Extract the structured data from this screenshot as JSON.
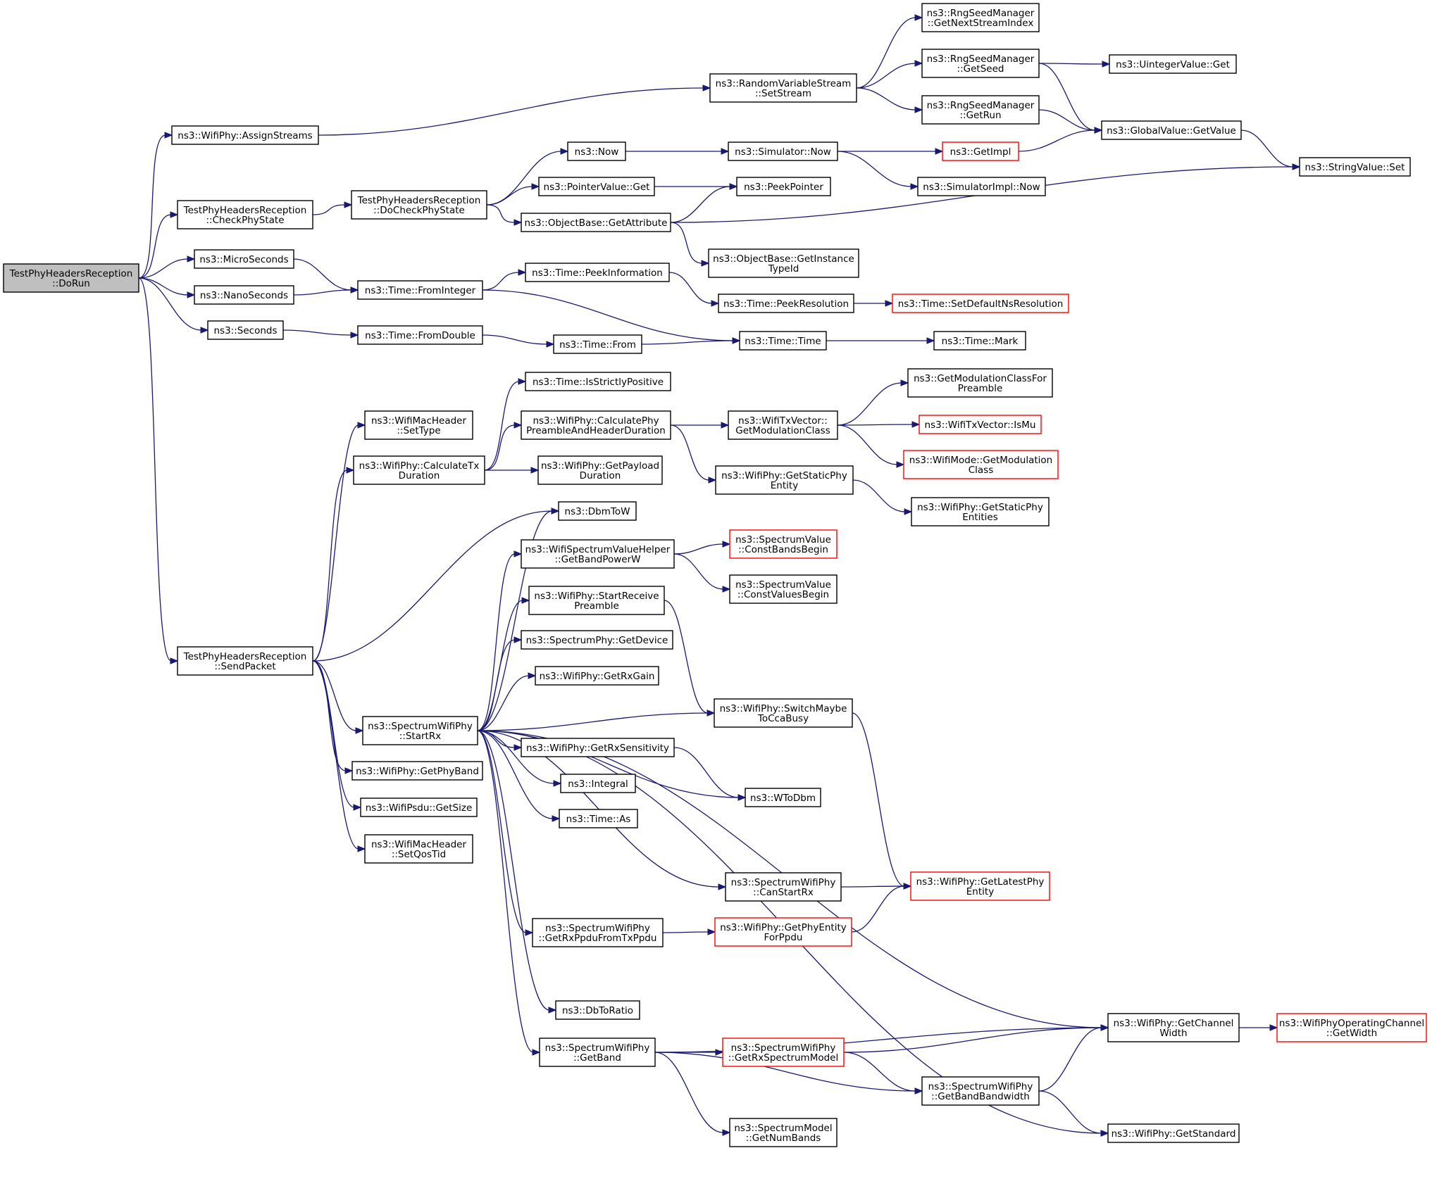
{
  "colors": {
    "background": "#ffffff",
    "edge": "#191970",
    "node_border": "#000000",
    "node_border_truncated": "#ff0000",
    "root_fill": "#bfbfbf",
    "node_fill": "#ffffff"
  },
  "graph": {
    "nodes": [
      {
        "id": "n_dorun",
        "lines": [
          "TestPhyHeadersReception",
          "::DoRun"
        ],
        "style": "root"
      },
      {
        "id": "n_assignstreams",
        "lines": [
          "ns3::WifiPhy::AssignStreams"
        ],
        "style": "normal"
      },
      {
        "id": "n_rvs_setstream",
        "lines": [
          "ns3::RandomVariableStream",
          "::SetStream"
        ],
        "style": "normal"
      },
      {
        "id": "n_rsm_nextstream",
        "lines": [
          "ns3::RngSeedManager",
          "::GetNextStreamIndex"
        ],
        "style": "normal"
      },
      {
        "id": "n_rsm_getseed",
        "lines": [
          "ns3::RngSeedManager",
          "::GetSeed"
        ],
        "style": "normal"
      },
      {
        "id": "n_rsm_getrun",
        "lines": [
          "ns3::RngSeedManager",
          "::GetRun"
        ],
        "style": "normal"
      },
      {
        "id": "n_uinteger_get",
        "lines": [
          "ns3::UintegerValue::Get"
        ],
        "style": "normal"
      },
      {
        "id": "n_gv_getvalue",
        "lines": [
          "ns3::GlobalValue::GetValue"
        ],
        "style": "normal"
      },
      {
        "id": "n_stringvalue_set",
        "lines": [
          "ns3::StringValue::Set"
        ],
        "style": "normal"
      },
      {
        "id": "n_checkphystate",
        "lines": [
          "TestPhyHeadersReception",
          "::CheckPhyState"
        ],
        "style": "normal"
      },
      {
        "id": "n_docheckphystate",
        "lines": [
          "TestPhyHeadersReception",
          "::DoCheckPhyState"
        ],
        "style": "normal"
      },
      {
        "id": "n_now",
        "lines": [
          "ns3::Now"
        ],
        "style": "normal"
      },
      {
        "id": "n_sim_now",
        "lines": [
          "ns3::Simulator::Now"
        ],
        "style": "normal"
      },
      {
        "id": "n_getimpl",
        "lines": [
          "ns3::GetImpl"
        ],
        "style": "truncated"
      },
      {
        "id": "n_simimpl_now",
        "lines": [
          "ns3::SimulatorImpl::Now"
        ],
        "style": "normal"
      },
      {
        "id": "n_pv_get",
        "lines": [
          "ns3::PointerValue::Get"
        ],
        "style": "normal"
      },
      {
        "id": "n_peekpointer",
        "lines": [
          "ns3::PeekPointer"
        ],
        "style": "normal"
      },
      {
        "id": "n_ob_getattribute",
        "lines": [
          "ns3::ObjectBase::GetAttribute"
        ],
        "style": "normal"
      },
      {
        "id": "n_ob_getinstancetypeid",
        "lines": [
          "ns3::ObjectBase::GetInstance",
          "TypeId"
        ],
        "style": "normal"
      },
      {
        "id": "n_microseconds",
        "lines": [
          "ns3::MicroSeconds"
        ],
        "style": "normal"
      },
      {
        "id": "n_nanoseconds",
        "lines": [
          "ns3::NanoSeconds"
        ],
        "style": "normal"
      },
      {
        "id": "n_seconds",
        "lines": [
          "ns3::Seconds"
        ],
        "style": "normal"
      },
      {
        "id": "n_time_frominteger",
        "lines": [
          "ns3::Time::FromInteger"
        ],
        "style": "normal"
      },
      {
        "id": "n_time_peekinformation",
        "lines": [
          "ns3::Time::PeekInformation"
        ],
        "style": "normal"
      },
      {
        "id": "n_time_peekresolution",
        "lines": [
          "ns3::Time::PeekResolution"
        ],
        "style": "normal"
      },
      {
        "id": "n_time_setdefaultnsres",
        "lines": [
          "ns3::Time::SetDefaultNsResolution"
        ],
        "style": "truncated"
      },
      {
        "id": "n_time_fromdouble",
        "lines": [
          "ns3::Time::FromDouble"
        ],
        "style": "normal"
      },
      {
        "id": "n_time_from",
        "lines": [
          "ns3::Time::From"
        ],
        "style": "normal"
      },
      {
        "id": "n_time_time",
        "lines": [
          "ns3::Time::Time"
        ],
        "style": "normal"
      },
      {
        "id": "n_time_mark",
        "lines": [
          "ns3::Time::Mark"
        ],
        "style": "normal"
      },
      {
        "id": "n_time_isstrictlypositive",
        "lines": [
          "ns3::Time::IsStrictlyPositive"
        ],
        "style": "normal"
      },
      {
        "id": "n_wmh_settype",
        "lines": [
          "ns3::WifiMacHeader",
          "::SetType"
        ],
        "style": "normal"
      },
      {
        "id": "n_wp_calctxduration",
        "lines": [
          "ns3::WifiPhy::CalculateTx",
          "Duration"
        ],
        "style": "normal"
      },
      {
        "id": "n_wp_calcpreamble",
        "lines": [
          "ns3::WifiPhy::CalculatePhy",
          "PreambleAndHeaderDuration"
        ],
        "style": "normal"
      },
      {
        "id": "n_wp_getpayloadduration",
        "lines": [
          "ns3::WifiPhy::GetPayload",
          "Duration"
        ],
        "style": "normal"
      },
      {
        "id": "n_wtv_getmodclass",
        "lines": [
          "ns3::WifiTxVector::",
          "GetModulationClass"
        ],
        "style": "normal"
      },
      {
        "id": "n_getmodclassforpreamble",
        "lines": [
          "ns3::GetModulationClassFor",
          "Preamble"
        ],
        "style": "normal"
      },
      {
        "id": "n_wtv_ismu",
        "lines": [
          "ns3::WifiTxVector::IsMu"
        ],
        "style": "truncated"
      },
      {
        "id": "n_wm_getmodclass",
        "lines": [
          "ns3::WifiMode::GetModulation",
          "Class"
        ],
        "style": "truncated"
      },
      {
        "id": "n_wp_getstaticphyentity",
        "lines": [
          "ns3::WifiPhy::GetStaticPhy",
          "Entity"
        ],
        "style": "normal"
      },
      {
        "id": "n_wp_getstaticphyentities",
        "lines": [
          "ns3::WifiPhy::GetStaticPhy",
          "Entities"
        ],
        "style": "normal"
      },
      {
        "id": "n_dbmtow",
        "lines": [
          "ns3::DbmToW"
        ],
        "style": "normal"
      },
      {
        "id": "n_wsvh_getbandpowerw",
        "lines": [
          "ns3::WifiSpectrumValueHelper",
          "::GetBandPowerW"
        ],
        "style": "normal"
      },
      {
        "id": "n_sv_constbandsbegin",
        "lines": [
          "ns3::SpectrumValue",
          "::ConstBandsBegin"
        ],
        "style": "truncated"
      },
      {
        "id": "n_sv_constvaluesbegin",
        "lines": [
          "ns3::SpectrumValue",
          "::ConstValuesBegin"
        ],
        "style": "normal"
      },
      {
        "id": "n_wp_startreceivepreamble",
        "lines": [
          "ns3::WifiPhy::StartReceive",
          "Preamble"
        ],
        "style": "normal"
      },
      {
        "id": "n_sp_getdevice",
        "lines": [
          "ns3::SpectrumPhy::GetDevice"
        ],
        "style": "normal"
      },
      {
        "id": "n_wp_getrxgain",
        "lines": [
          "ns3::WifiPhy::GetRxGain"
        ],
        "style": "normal"
      },
      {
        "id": "n_sendpacket",
        "lines": [
          "TestPhyHeadersReception",
          "::SendPacket"
        ],
        "style": "normal"
      },
      {
        "id": "n_swp_startrx",
        "lines": [
          "ns3::SpectrumWifiPhy",
          "::StartRx"
        ],
        "style": "normal"
      },
      {
        "id": "n_wp_switchmaybetoccabusy",
        "lines": [
          "ns3::WifiPhy::SwitchMaybe",
          "ToCcaBusy"
        ],
        "style": "normal"
      },
      {
        "id": "n_wp_getrxsensitivity",
        "lines": [
          "ns3::WifiPhy::GetRxSensitivity"
        ],
        "style": "normal"
      },
      {
        "id": "n_wp_getphyband",
        "lines": [
          "ns3::WifiPhy::GetPhyBand"
        ],
        "style": "normal"
      },
      {
        "id": "n_integral",
        "lines": [
          "ns3::Integral"
        ],
        "style": "normal"
      },
      {
        "id": "n_wpsdu_getsize",
        "lines": [
          "ns3::WifiPsdu::GetSize"
        ],
        "style": "normal"
      },
      {
        "id": "n_wtodbm",
        "lines": [
          "ns3::WToDbm"
        ],
        "style": "normal"
      },
      {
        "id": "n_time_as",
        "lines": [
          "ns3::Time::As"
        ],
        "style": "normal"
      },
      {
        "id": "n_wmh_setqostid",
        "lines": [
          "ns3::WifiMacHeader",
          "::SetQosTid"
        ],
        "style": "normal"
      },
      {
        "id": "n_swp_canstartrx",
        "lines": [
          "ns3::SpectrumWifiPhy",
          "::CanStartRx"
        ],
        "style": "normal"
      },
      {
        "id": "n_wp_getlatestphyentity",
        "lines": [
          "ns3::WifiPhy::GetLatestPhy",
          "Entity"
        ],
        "style": "truncated"
      },
      {
        "id": "n_swp_getrxppdu",
        "lines": [
          "ns3::SpectrumWifiPhy",
          "::GetRxPpduFromTxPpdu"
        ],
        "style": "normal"
      },
      {
        "id": "n_wp_getphyentityforppdu",
        "lines": [
          "ns3::WifiPhy::GetPhyEntity",
          "ForPpdu"
        ],
        "style": "truncated"
      },
      {
        "id": "n_dbtoratio",
        "lines": [
          "ns3::DbToRatio"
        ],
        "style": "normal"
      },
      {
        "id": "n_wp_getchannelwidth",
        "lines": [
          "ns3::WifiPhy::GetChannel",
          "Width"
        ],
        "style": "normal"
      },
      {
        "id": "n_woc_getwidth",
        "lines": [
          "ns3::WifiPhyOperatingChannel",
          "::GetWidth"
        ],
        "style": "truncated"
      },
      {
        "id": "n_swp_getband",
        "lines": [
          "ns3::SpectrumWifiPhy",
          "::GetBand"
        ],
        "style": "normal"
      },
      {
        "id": "n_swp_getrxspectrummodel",
        "lines": [
          "ns3::SpectrumWifiPhy",
          "::GetRxSpectrumModel"
        ],
        "style": "truncated"
      },
      {
        "id": "n_swp_getbandbandwidth",
        "lines": [
          "ns3::SpectrumWifiPhy",
          "::GetBandBandwidth"
        ],
        "style": "normal"
      },
      {
        "id": "n_sm_getnumbands",
        "lines": [
          "ns3::SpectrumModel",
          "::GetNumBands"
        ],
        "style": "normal"
      },
      {
        "id": "n_wp_getstandard",
        "lines": [
          "ns3::WifiPhy::GetStandard"
        ],
        "style": "normal"
      }
    ],
    "edges": [
      [
        "n_dorun",
        "n_assignstreams"
      ],
      [
        "n_dorun",
        "n_checkphystate"
      ],
      [
        "n_dorun",
        "n_microseconds"
      ],
      [
        "n_dorun",
        "n_nanoseconds"
      ],
      [
        "n_dorun",
        "n_seconds"
      ],
      [
        "n_dorun",
        "n_sendpacket"
      ],
      [
        "n_assignstreams",
        "n_rvs_setstream"
      ],
      [
        "n_rvs_setstream",
        "n_rsm_nextstream"
      ],
      [
        "n_rvs_setstream",
        "n_rsm_getseed"
      ],
      [
        "n_rvs_setstream",
        "n_rsm_getrun"
      ],
      [
        "n_rsm_getseed",
        "n_uinteger_get"
      ],
      [
        "n_rsm_getseed",
        "n_gv_getvalue"
      ],
      [
        "n_rsm_getrun",
        "n_gv_getvalue"
      ],
      [
        "n_gv_getvalue",
        "n_stringvalue_set"
      ],
      [
        "n_checkphystate",
        "n_docheckphystate"
      ],
      [
        "n_docheckphystate",
        "n_now"
      ],
      [
        "n_docheckphystate",
        "n_pv_get"
      ],
      [
        "n_docheckphystate",
        "n_ob_getattribute"
      ],
      [
        "n_now",
        "n_sim_now"
      ],
      [
        "n_sim_now",
        "n_getimpl"
      ],
      [
        "n_sim_now",
        "n_simimpl_now"
      ],
      [
        "n_getimpl",
        "n_gv_getvalue"
      ],
      [
        "n_pv_get",
        "n_peekpointer"
      ],
      [
        "n_ob_getattribute",
        "n_peekpointer"
      ],
      [
        "n_ob_getattribute",
        "n_stringvalue_set"
      ],
      [
        "n_ob_getattribute",
        "n_ob_getinstancetypeid"
      ],
      [
        "n_microseconds",
        "n_time_frominteger"
      ],
      [
        "n_nanoseconds",
        "n_time_frominteger"
      ],
      [
        "n_seconds",
        "n_time_fromdouble"
      ],
      [
        "n_time_frominteger",
        "n_time_peekinformation"
      ],
      [
        "n_time_frominteger",
        "n_time_time"
      ],
      [
        "n_time_peekinformation",
        "n_time_peekresolution"
      ],
      [
        "n_time_peekresolution",
        "n_time_setdefaultnsres"
      ],
      [
        "n_time_fromdouble",
        "n_time_from"
      ],
      [
        "n_time_from",
        "n_time_time"
      ],
      [
        "n_time_time",
        "n_time_mark"
      ],
      [
        "n_sendpacket",
        "n_wmh_settype"
      ],
      [
        "n_sendpacket",
        "n_wp_calctxduration"
      ],
      [
        "n_sendpacket",
        "n_dbmtow"
      ],
      [
        "n_sendpacket",
        "n_swp_startrx"
      ],
      [
        "n_sendpacket",
        "n_wp_getphyband"
      ],
      [
        "n_sendpacket",
        "n_wpsdu_getsize"
      ],
      [
        "n_sendpacket",
        "n_wmh_setqostid"
      ],
      [
        "n_wp_calctxduration",
        "n_time_isstrictlypositive"
      ],
      [
        "n_wp_calctxduration",
        "n_wp_calcpreamble"
      ],
      [
        "n_wp_calctxduration",
        "n_wp_getpayloadduration"
      ],
      [
        "n_wp_calcpreamble",
        "n_wtv_getmodclass"
      ],
      [
        "n_wp_calcpreamble",
        "n_wp_getstaticphyentity"
      ],
      [
        "n_wtv_getmodclass",
        "n_getmodclassforpreamble"
      ],
      [
        "n_wtv_getmodclass",
        "n_wtv_ismu"
      ],
      [
        "n_wtv_getmodclass",
        "n_wm_getmodclass"
      ],
      [
        "n_wp_getstaticphyentity",
        "n_wp_getstaticphyentities"
      ],
      [
        "n_swp_startrx",
        "n_dbmtow"
      ],
      [
        "n_swp_startrx",
        "n_wsvh_getbandpowerw"
      ],
      [
        "n_swp_startrx",
        "n_wp_startreceivepreamble"
      ],
      [
        "n_swp_startrx",
        "n_sp_getdevice"
      ],
      [
        "n_swp_startrx",
        "n_wp_getrxgain"
      ],
      [
        "n_swp_startrx",
        "n_wp_switchmaybetoccabusy"
      ],
      [
        "n_swp_startrx",
        "n_wp_getrxsensitivity"
      ],
      [
        "n_swp_startrx",
        "n_integral"
      ],
      [
        "n_swp_startrx",
        "n_time_as"
      ],
      [
        "n_swp_startrx",
        "n_wtodbm"
      ],
      [
        "n_swp_startrx",
        "n_swp_canstartrx"
      ],
      [
        "n_swp_startrx",
        "n_swp_getrxppdu"
      ],
      [
        "n_swp_startrx",
        "n_wp_getchannelwidth"
      ],
      [
        "n_swp_startrx",
        "n_dbtoratio"
      ],
      [
        "n_swp_startrx",
        "n_swp_getband"
      ],
      [
        "n_swp_startrx",
        "n_wp_getstandard"
      ],
      [
        "n_wsvh_getbandpowerw",
        "n_sv_constbandsbegin"
      ],
      [
        "n_wsvh_getbandpowerw",
        "n_sv_constvaluesbegin"
      ],
      [
        "n_wp_startreceivepreamble",
        "n_wp_switchmaybetoccabusy"
      ],
      [
        "n_wp_switchmaybetoccabusy",
        "n_wp_getlatestphyentity"
      ],
      [
        "n_wp_getrxsensitivity",
        "n_wtodbm"
      ],
      [
        "n_swp_canstartrx",
        "n_wp_getlatestphyentity"
      ],
      [
        "n_swp_getrxppdu",
        "n_wp_getphyentityforppdu"
      ],
      [
        "n_wp_getphyentityforppdu",
        "n_wp_getlatestphyentity"
      ],
      [
        "n_wp_getchannelwidth",
        "n_woc_getwidth"
      ],
      [
        "n_swp_getband",
        "n_wp_getchannelwidth"
      ],
      [
        "n_swp_getband",
        "n_swp_getrxspectrummodel"
      ],
      [
        "n_swp_getband",
        "n_swp_getbandbandwidth"
      ],
      [
        "n_swp_getband",
        "n_sm_getnumbands"
      ],
      [
        "n_swp_getrxspectrummodel",
        "n_wp_getchannelwidth"
      ],
      [
        "n_swp_getrxspectrummodel",
        "n_swp_getbandbandwidth"
      ],
      [
        "n_swp_getbandbandwidth",
        "n_wp_getchannelwidth"
      ],
      [
        "n_swp_getbandbandwidth",
        "n_wp_getstandard"
      ]
    ]
  }
}
